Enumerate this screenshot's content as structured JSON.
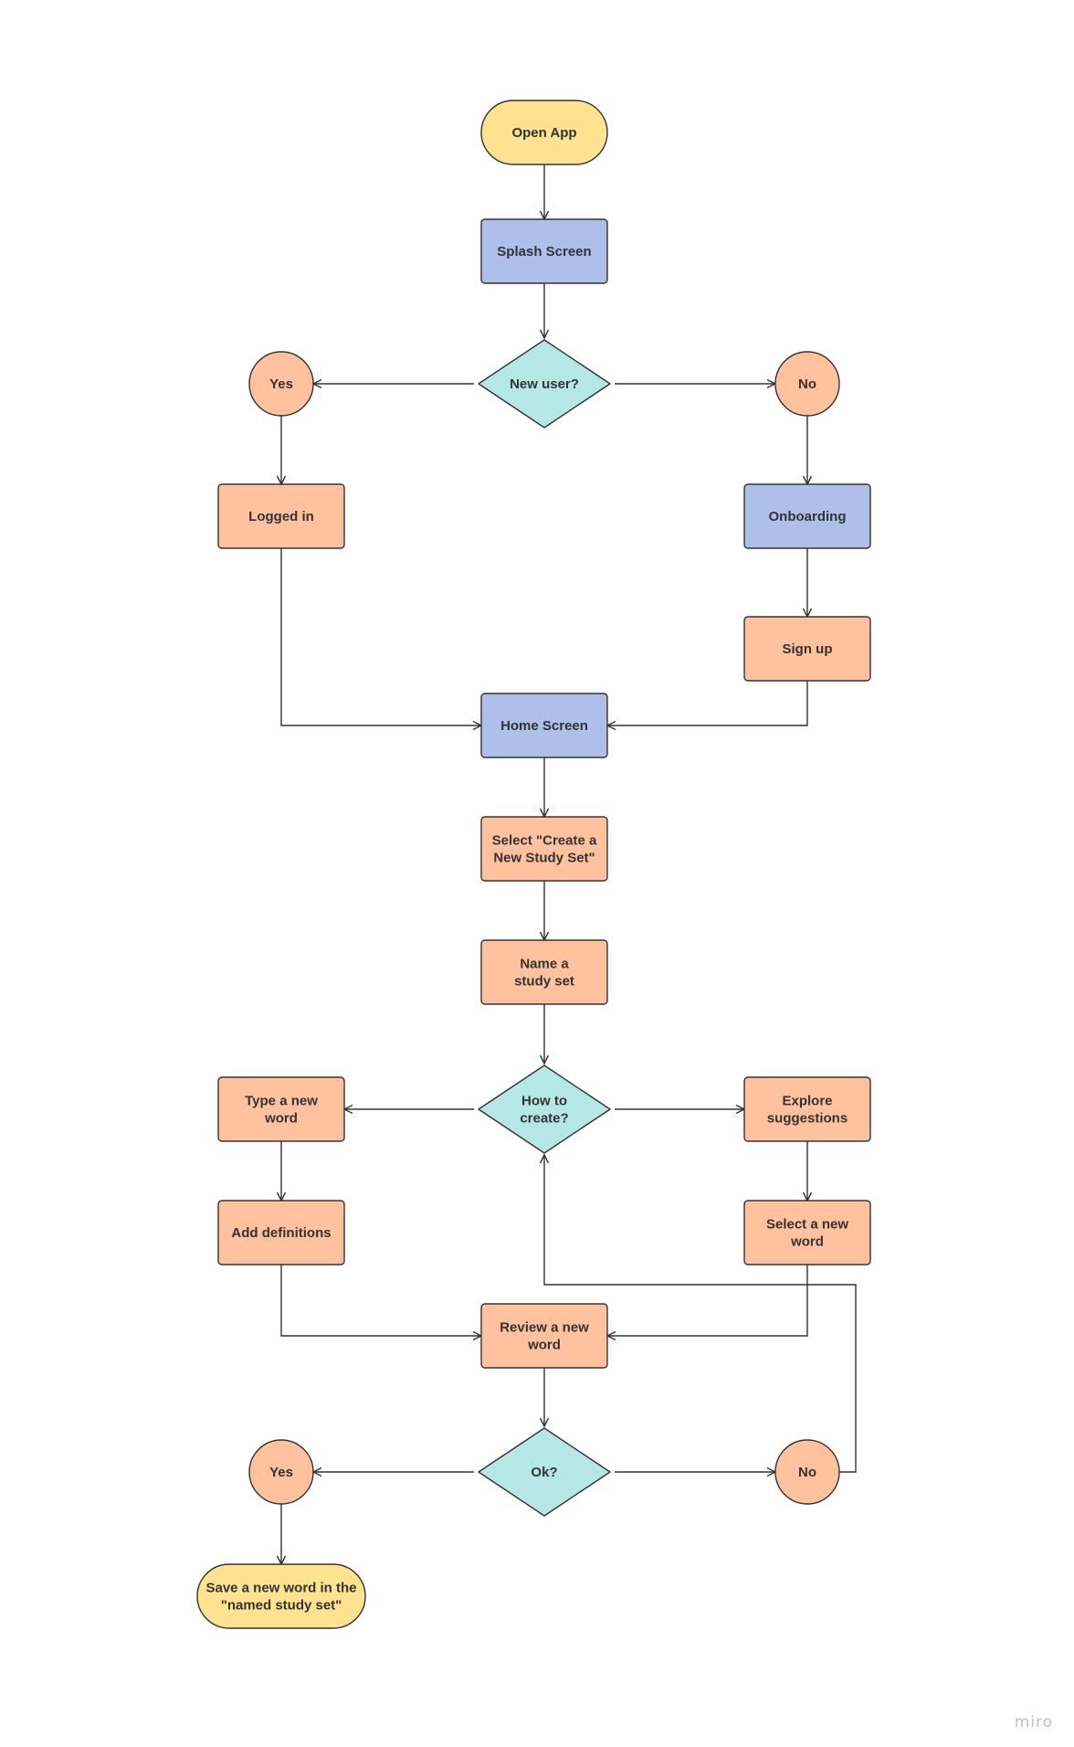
{
  "colors": {
    "terminal": "#fde38f",
    "process_blue": "#aebfe9",
    "process_orange": "#ffc19e",
    "decision": "#b5e7e5",
    "answer_circle": "#ffc19e",
    "stroke": "#333333",
    "text": "#333333",
    "watermark": "#bfbfbf"
  },
  "nodes": [
    {
      "id": "open_app",
      "shape": "terminal",
      "fill": "terminal",
      "lines": [
        "Open App"
      ]
    },
    {
      "id": "splash_screen",
      "shape": "process",
      "fill": "process_blue",
      "lines": [
        "Splash Screen"
      ]
    },
    {
      "id": "new_user",
      "shape": "decision",
      "fill": "decision",
      "lines": [
        "New user?"
      ]
    },
    {
      "id": "yes_1",
      "shape": "circle",
      "fill": "answer_circle",
      "lines": [
        "Yes"
      ]
    },
    {
      "id": "no_1",
      "shape": "circle",
      "fill": "answer_circle",
      "lines": [
        "No"
      ]
    },
    {
      "id": "logged_in",
      "shape": "process",
      "fill": "process_orange",
      "lines": [
        "Logged in"
      ]
    },
    {
      "id": "onboarding",
      "shape": "process",
      "fill": "process_blue",
      "lines": [
        "Onboarding"
      ]
    },
    {
      "id": "sign_up",
      "shape": "process",
      "fill": "process_orange",
      "lines": [
        "Sign up"
      ]
    },
    {
      "id": "home_screen",
      "shape": "process",
      "fill": "process_blue",
      "lines": [
        "Home Screen"
      ]
    },
    {
      "id": "select_create",
      "shape": "process",
      "fill": "process_orange",
      "lines": [
        "Select \"Create a",
        "New Study Set\""
      ]
    },
    {
      "id": "name_set",
      "shape": "process",
      "fill": "process_orange",
      "lines": [
        "Name a",
        "study set"
      ]
    },
    {
      "id": "how_create",
      "shape": "decision",
      "fill": "decision",
      "lines": [
        "How to",
        "create?"
      ]
    },
    {
      "id": "type_word",
      "shape": "process",
      "fill": "process_orange",
      "lines": [
        "Type a new",
        "word"
      ]
    },
    {
      "id": "explore",
      "shape": "process",
      "fill": "process_orange",
      "lines": [
        "Explore",
        "suggestions"
      ]
    },
    {
      "id": "add_definitions",
      "shape": "process",
      "fill": "process_orange",
      "lines": [
        "Add definitions"
      ]
    },
    {
      "id": "select_word",
      "shape": "process",
      "fill": "process_orange",
      "lines": [
        "Select a new",
        "word"
      ]
    },
    {
      "id": "review_word",
      "shape": "process",
      "fill": "process_orange",
      "lines": [
        "Review a new",
        "word"
      ]
    },
    {
      "id": "ok",
      "shape": "decision",
      "fill": "decision",
      "lines": [
        "Ok?"
      ]
    },
    {
      "id": "yes_2",
      "shape": "circle",
      "fill": "answer_circle",
      "lines": [
        "Yes"
      ]
    },
    {
      "id": "no_2",
      "shape": "circle",
      "fill": "answer_circle",
      "lines": [
        "No"
      ]
    },
    {
      "id": "save_word",
      "shape": "terminal",
      "fill": "terminal",
      "lines": [
        "Save a new word in the",
        "\"named study set\""
      ]
    }
  ],
  "edges": [
    {
      "from": "open_app",
      "to": "splash_screen"
    },
    {
      "from": "splash_screen",
      "to": "new_user"
    },
    {
      "from": "new_user",
      "to": "yes_1"
    },
    {
      "from": "new_user",
      "to": "no_1"
    },
    {
      "from": "yes_1",
      "to": "logged_in"
    },
    {
      "from": "no_1",
      "to": "onboarding"
    },
    {
      "from": "onboarding",
      "to": "sign_up"
    },
    {
      "from": "logged_in",
      "to": "home_screen"
    },
    {
      "from": "sign_up",
      "to": "home_screen"
    },
    {
      "from": "home_screen",
      "to": "select_create"
    },
    {
      "from": "select_create",
      "to": "name_set"
    },
    {
      "from": "name_set",
      "to": "how_create"
    },
    {
      "from": "how_create",
      "to": "type_word"
    },
    {
      "from": "how_create",
      "to": "explore"
    },
    {
      "from": "type_word",
      "to": "add_definitions"
    },
    {
      "from": "explore",
      "to": "select_word"
    },
    {
      "from": "add_definitions",
      "to": "review_word"
    },
    {
      "from": "select_word",
      "to": "review_word"
    },
    {
      "from": "review_word",
      "to": "ok"
    },
    {
      "from": "ok",
      "to": "yes_2"
    },
    {
      "from": "ok",
      "to": "no_2"
    },
    {
      "from": "yes_2",
      "to": "save_word"
    },
    {
      "from": "no_2",
      "to": "how_create"
    }
  ],
  "watermark": "miro"
}
